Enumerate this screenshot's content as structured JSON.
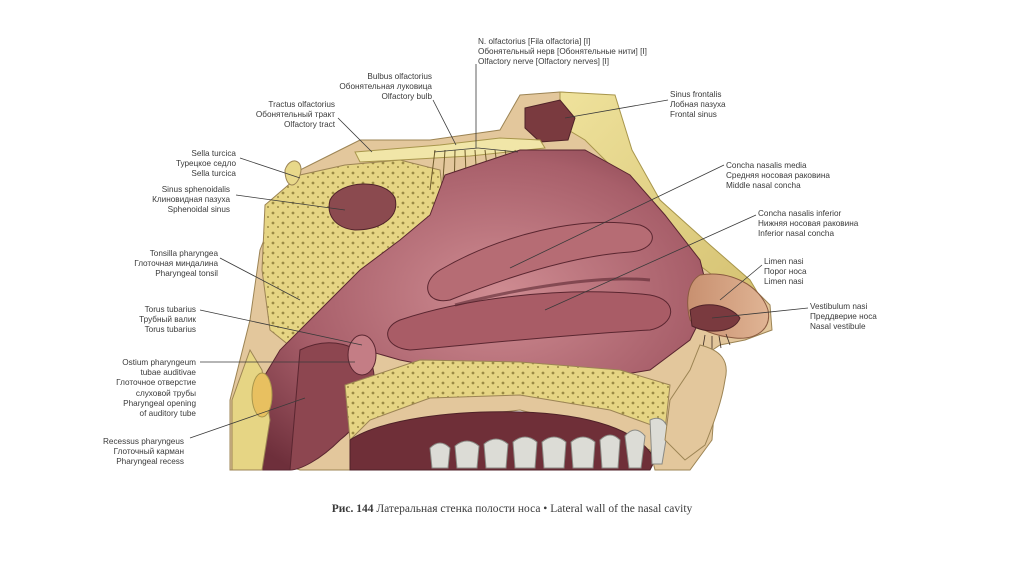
{
  "labels": {
    "olfactory_nerve": [
      "N. olfactorius [Fila olfactoria] [I]",
      "Обонятельный нерв [Обонятельные нити] [I]",
      "Olfactory nerve [Olfactory nerves] [I]"
    ],
    "olfactory_bulb": [
      "Bulbus olfactorius",
      "Обонятельная луковица",
      "Olfactory bulb"
    ],
    "olfactory_tract": [
      "Tractus olfactorius",
      "Обонятельный тракт",
      "Olfactory tract"
    ],
    "sella_turcica": [
      "Sella turcica",
      "Турецкое седло",
      "Sella turcica"
    ],
    "sphenoidal_sinus": [
      "Sinus sphenoidalis",
      "Клиновидная пазуха",
      "Sphenoidal sinus"
    ],
    "pharyngeal_tonsil": [
      "Tonsilla pharyngea",
      "Глоточная миндалина",
      "Pharyngeal tonsil"
    ],
    "torus_tubarius": [
      "Torus tubarius",
      "Трубный валик",
      "Torus tubarius"
    ],
    "pharyngeal_opening": [
      "Ostium pharyngeum",
      "tubae auditivae",
      "Глоточное отверстие",
      "слуховой трубы",
      "Pharyngeal opening",
      "of auditory tube"
    ],
    "pharyngeal_recess": [
      "Recessus pharyngeus",
      "Глоточный карман",
      "Pharyngeal recess"
    ],
    "frontal_sinus": [
      "Sinus frontalis",
      "Лобная пазуха",
      "Frontal sinus"
    ],
    "middle_concha": [
      "Concha nasalis media",
      "Средняя носовая раковина",
      "Middle nasal concha"
    ],
    "inferior_concha": [
      "Concha nasalis inferior",
      "Нижняя носовая раковина",
      "Inferior nasal concha"
    ],
    "limen_nasi": [
      "Limen nasi",
      "Порог носа",
      "Limen nasi"
    ],
    "nasal_vestibule": [
      "Vestibulum nasi",
      "Преддверие носа",
      "Nasal vestibule"
    ]
  },
  "caption": {
    "number": "Рис. 144",
    "text": " Латеральная стенка полости носа • Lateral wall of the nasal cavity"
  },
  "colors": {
    "bone": "#e8d88a",
    "bone_dark": "#c9b560",
    "mucosa": "#b5707a",
    "mucosa_dark": "#7d3a45",
    "mucosa_light": "#d49a9e",
    "skin": "#d7a383",
    "teeth": "#dcdcd6"
  }
}
